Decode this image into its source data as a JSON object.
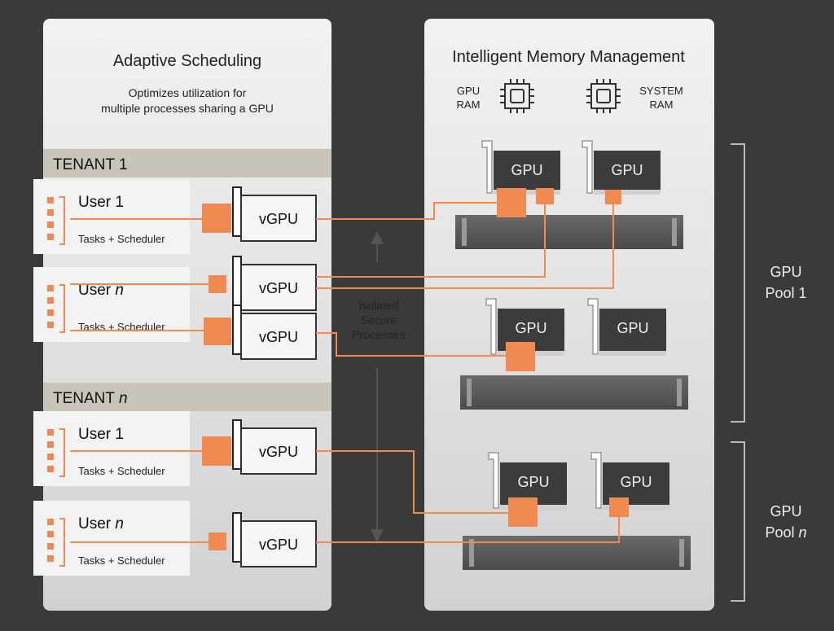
{
  "left_panel": {
    "title": "Adaptive Scheduling",
    "subtitle_line1": "Optimizes utilization for",
    "subtitle_line2": "multiple processes sharing a GPU"
  },
  "right_panel": {
    "title": "Intelligent Memory Management",
    "gpu_ram_line1": "GPU",
    "gpu_ram_line2": "RAM",
    "system_ram_line1": "SYSTEM",
    "system_ram_line2": "RAM"
  },
  "tenants": [
    {
      "label": "TENANT 1",
      "label_prefix": "TENANT",
      "label_suffix": "1",
      "users": [
        {
          "name_prefix": "User",
          "name_suffix": "1",
          "tasks": "Tasks + Scheduler"
        },
        {
          "name_prefix": "User",
          "name_suffix": "n",
          "tasks": "Tasks + Scheduler"
        }
      ]
    },
    {
      "label": "TENANT n",
      "label_prefix": "TENANT",
      "label_suffix": "n",
      "users": [
        {
          "name_prefix": "User",
          "name_suffix": "1",
          "tasks": "Tasks + Scheduler"
        },
        {
          "name_prefix": "User",
          "name_suffix": "n",
          "tasks": "Tasks + Scheduler"
        }
      ]
    }
  ],
  "vgpu_label": "vGPU",
  "gpu_label": "GPU",
  "center_label_line1": "Isolated",
  "center_label_line2": "Secure",
  "center_label_line3": "Processes",
  "pools": [
    {
      "line1": "GPU",
      "line2": "Pool 1"
    },
    {
      "line1": "GPU",
      "line2_prefix": "Pool",
      "line2_suffix": "n"
    }
  ],
  "colors": {
    "accent": "#f08a50",
    "background": "#3a3a3a",
    "panel": "#ebebeb",
    "tenant_bar": "#c8c4b8",
    "gpu_card": "#3c3c3c",
    "slot": "#5a5a5a"
  }
}
